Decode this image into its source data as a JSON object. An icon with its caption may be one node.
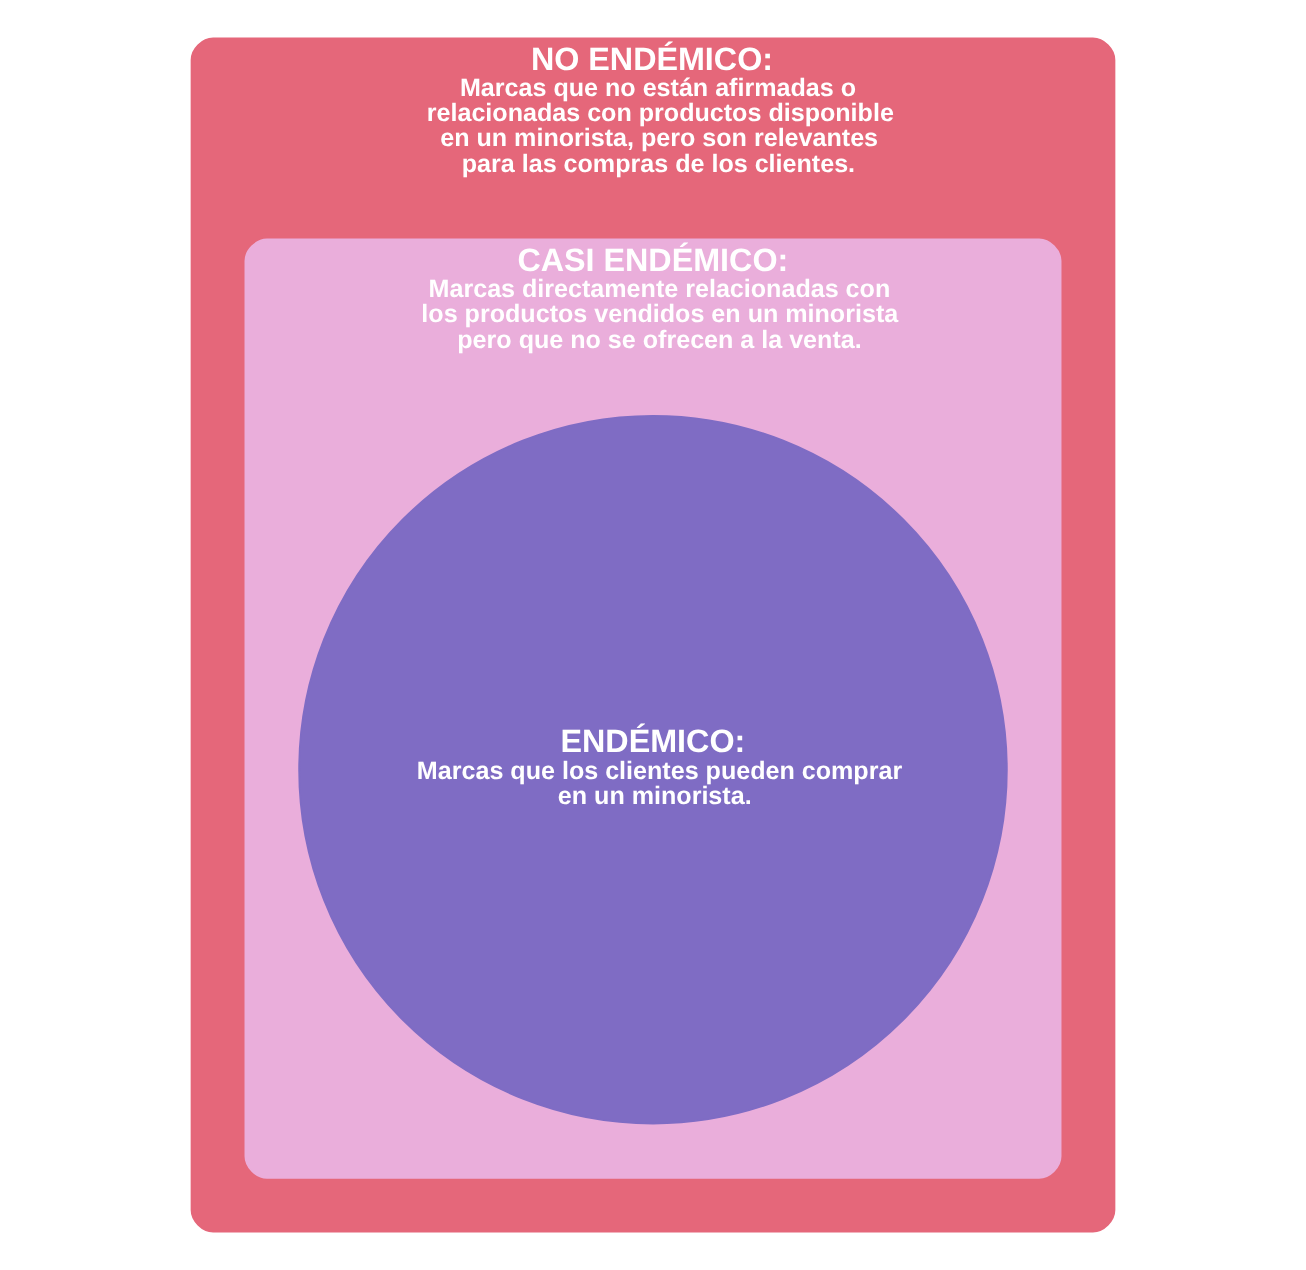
{
  "diagram": {
    "nodes": [
      {
        "text": [
          "NO ENDÉMICO:",
          "Marcas que no están afirmadas o relacionadas con productos disponible en un minorista, pero son relevantes para las compras de los clientes."
        ]
      },
      {
        "text": [
          "CASI ENDÉMICO:",
          "Marcas directamente relacionadas con los productos vendidos en un minorista pero que no se ofrecen a la venta."
        ],
        "in": 0
      },
      {
        "text": [
          "ENDÉMICO:",
          "Marcas que los clientes pueden comprar en un minorista."
        ],
        "in": 1
      }
    ]
  }
}
